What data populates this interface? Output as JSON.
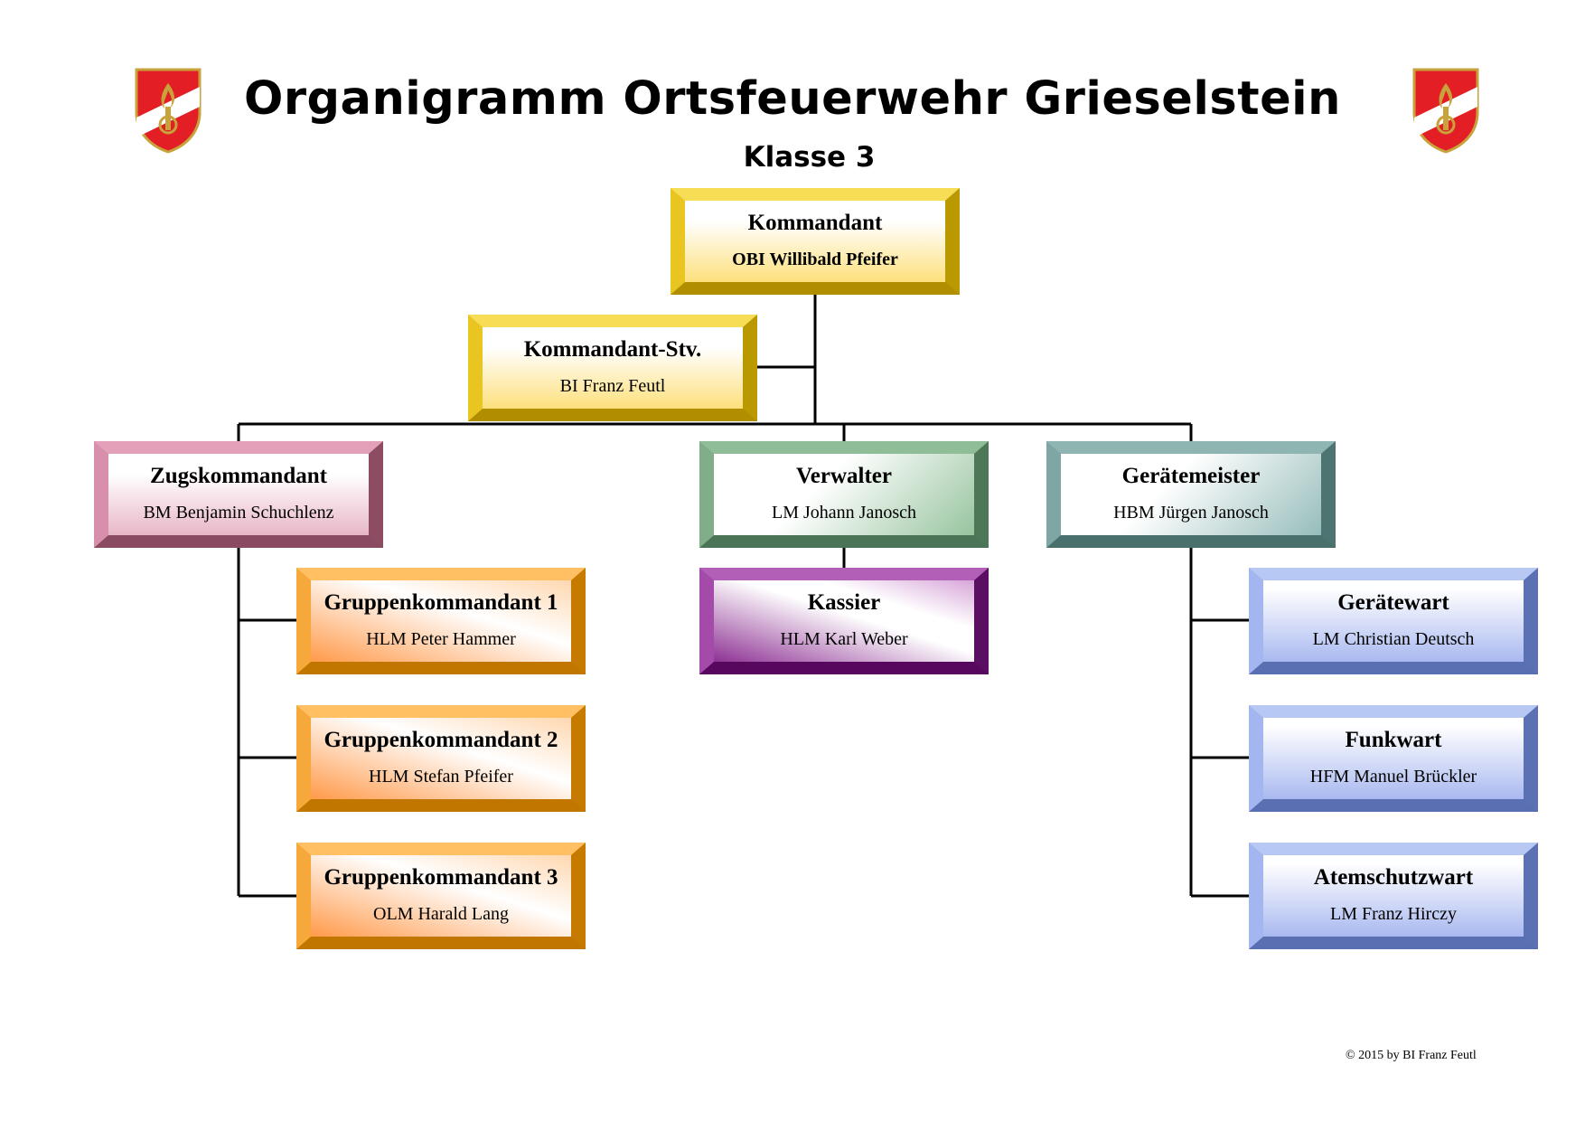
{
  "header": {
    "title": "Organigramm Ortsfeuerwehr Grieselstein",
    "subtitle": "Klasse 3"
  },
  "logos": {
    "icon": "feuerwehr-emblem-icon",
    "colors": [
      "#e31e24",
      "#ffffff",
      "#c8a23a"
    ]
  },
  "nodes": {
    "kommandant": {
      "role": "Kommandant",
      "person": "OBI Willibald Pfeifer"
    },
    "kommandant_stv": {
      "role": "Kommandant-Stv.",
      "person": "BI Franz Feutl"
    },
    "zugskommandant": {
      "role": "Zugskommandant",
      "person": "BM Benjamin Schuchlenz"
    },
    "verwalter": {
      "role": "Verwalter",
      "person": "LM Johann Janosch"
    },
    "geraetemeister": {
      "role": "Gerätemeister",
      "person": "HBM Jürgen Janosch"
    },
    "kassier": {
      "role": "Kassier",
      "person": "HLM Karl Weber"
    },
    "gruppenkommandant_1": {
      "role": "Gruppenkommandant 1",
      "person": "HLM Peter Hammer"
    },
    "gruppenkommandant_2": {
      "role": "Gruppenkommandant 2",
      "person": "HLM Stefan Pfeifer"
    },
    "gruppenkommandant_3": {
      "role": "Gruppenkommandant 3",
      "person": "OLM Harald Lang"
    },
    "geraetewart": {
      "role": "Gerätewart",
      "person": "LM Christian Deutsch"
    },
    "funkwart": {
      "role": "Funkwart",
      "person": "HFM Manuel Brückler"
    },
    "atemschutzwart": {
      "role": "Atemschutzwart",
      "person": "LM Franz Hirczy"
    }
  },
  "footer": {
    "copyright": "© 2015 by BI Franz Feutl"
  }
}
